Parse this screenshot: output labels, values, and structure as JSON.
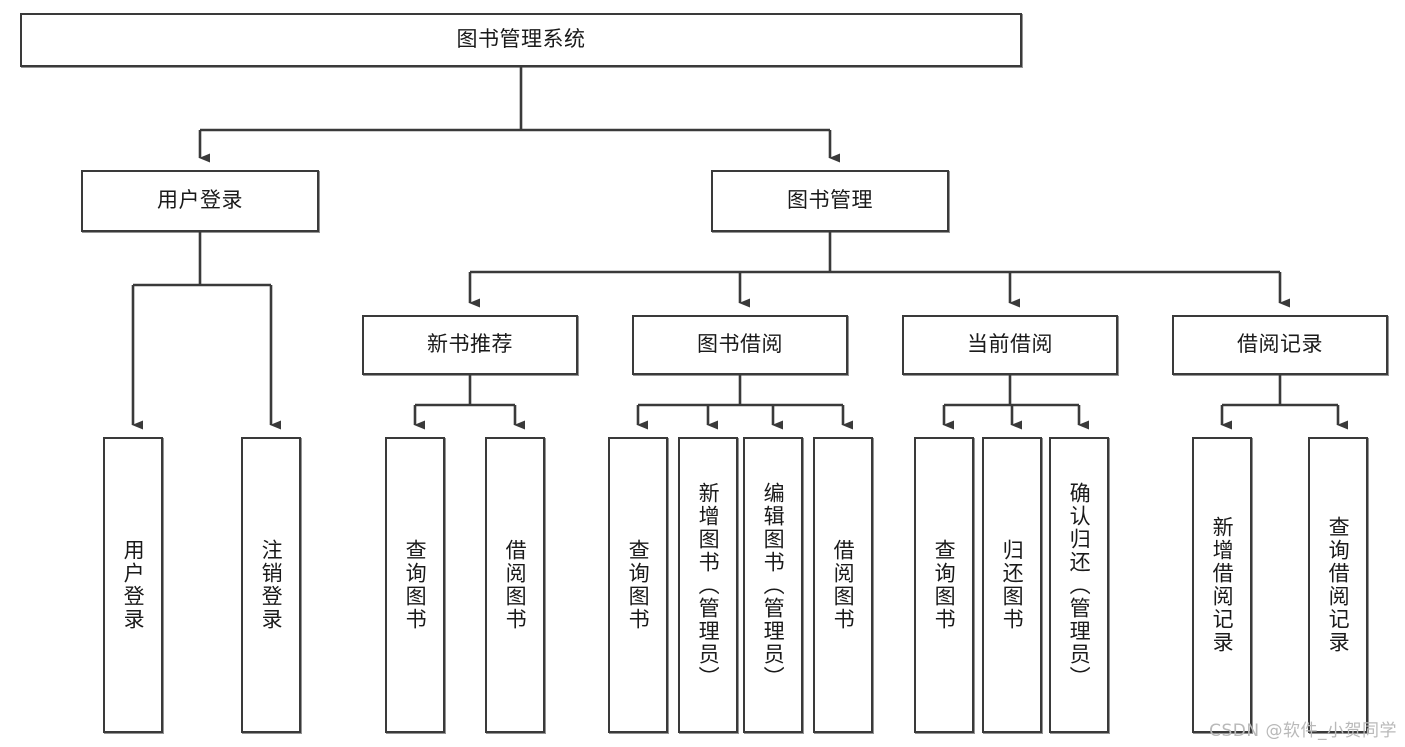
{
  "diagram": {
    "type": "tree",
    "title": "图书管理系统",
    "watermark": "CSDN @软件_小贺同学",
    "colors": {
      "stroke": "#3a3a3a",
      "fill": "#ffffff",
      "text": "#1a1a1a",
      "watermark": "#b9b9b9"
    },
    "nodes": {
      "root": "图书管理系统",
      "level2": {
        "user_login": "用户登录",
        "book_manage": "图书管理"
      },
      "level3": {
        "new_book_rec": "新书推荐",
        "book_borrow": "图书借阅",
        "current_borrow": "当前借阅",
        "borrow_record": "借阅记录"
      },
      "leaves": {
        "user_login": [
          "用户登录",
          "注销登录"
        ],
        "new_book_rec": [
          "查询图书",
          "借阅图书"
        ],
        "book_borrow": [
          "查询图书",
          "新增图书（管理员）",
          "编辑图书（管理员）",
          "借阅图书"
        ],
        "current_borrow": [
          "查询图书",
          "归还图书",
          "确认归还（管理员）"
        ],
        "borrow_record": [
          "新增借阅记录",
          "查询借阅记录"
        ]
      }
    }
  }
}
